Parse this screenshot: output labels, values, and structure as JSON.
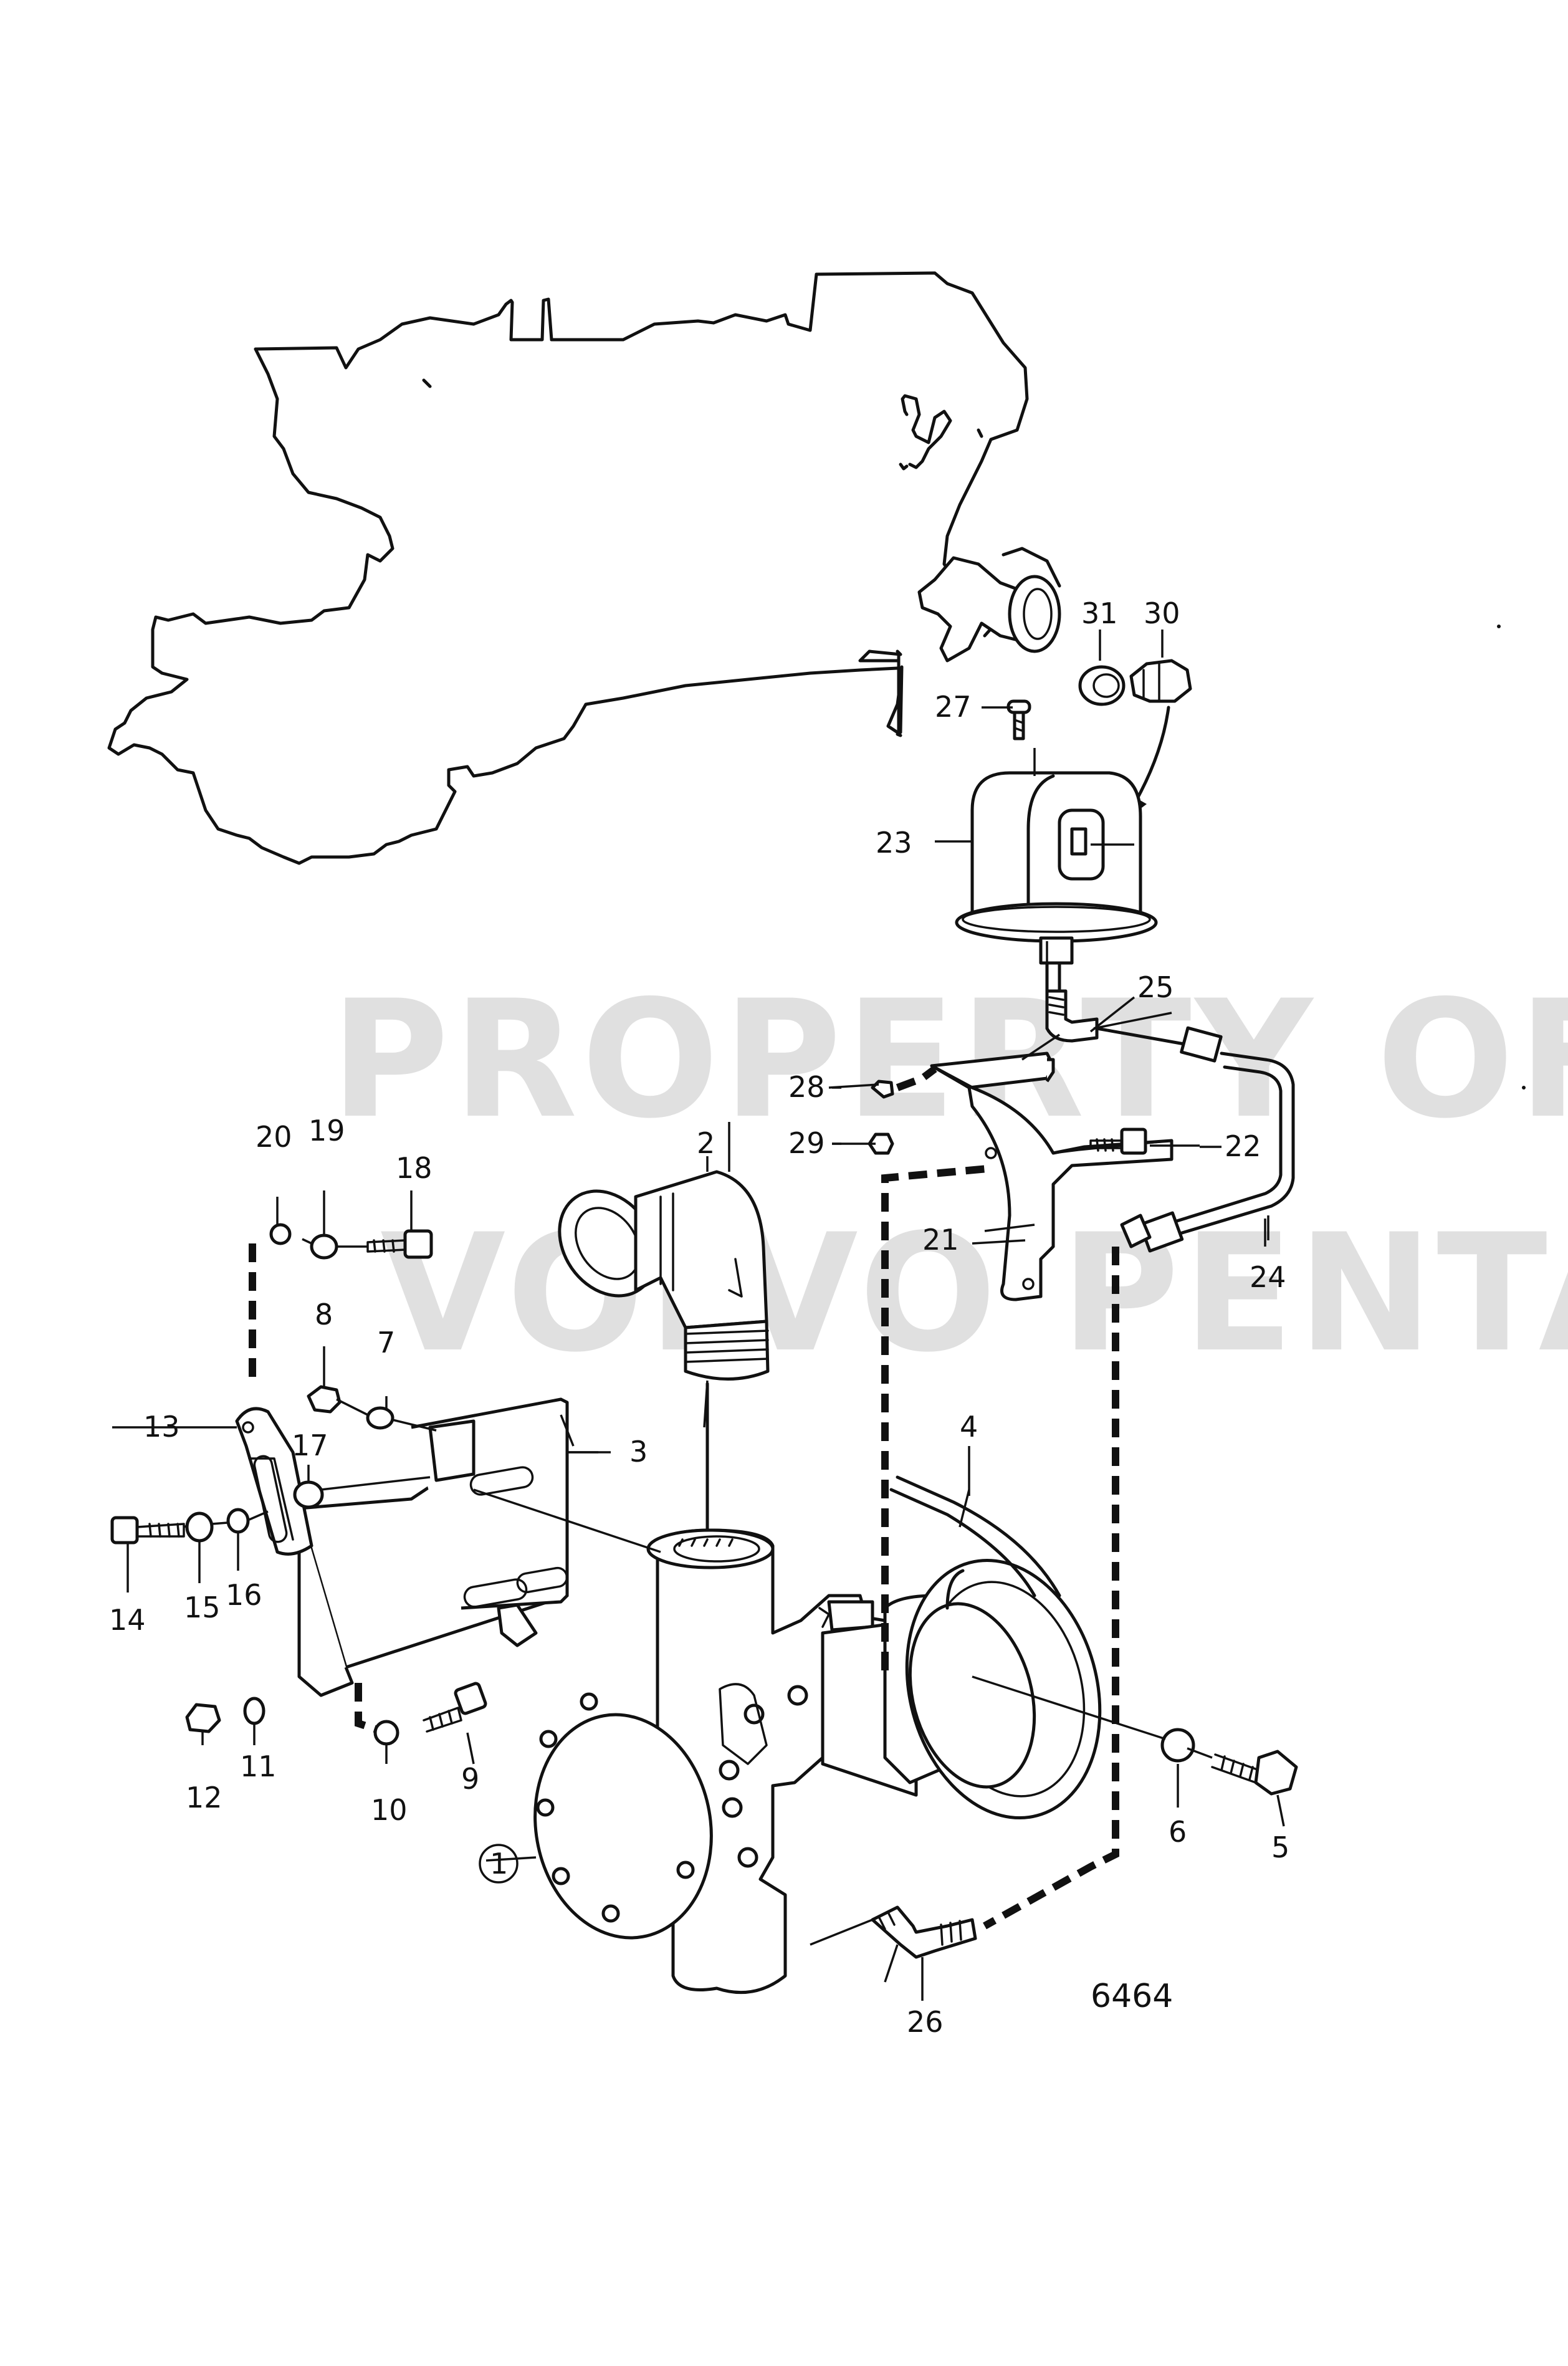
{
  "figure_number": "6464",
  "watermark": {
    "line1": "PROPERTY OF",
    "line2": "VOLVO PENTA"
  },
  "callouts": [
    {
      "id": "1",
      "label": "1",
      "circled": true
    },
    {
      "id": "2",
      "label": "2"
    },
    {
      "id": "3",
      "label": "3"
    },
    {
      "id": "4",
      "label": "4"
    },
    {
      "id": "5",
      "label": "5"
    },
    {
      "id": "6",
      "label": "6"
    },
    {
      "id": "7",
      "label": "7"
    },
    {
      "id": "8",
      "label": "8"
    },
    {
      "id": "9",
      "label": "9"
    },
    {
      "id": "10",
      "label": "10"
    },
    {
      "id": "11",
      "label": "11"
    },
    {
      "id": "12",
      "label": "12"
    },
    {
      "id": "13",
      "label": "13"
    },
    {
      "id": "14",
      "label": "14"
    },
    {
      "id": "15",
      "label": "15"
    },
    {
      "id": "16",
      "label": "16"
    },
    {
      "id": "17",
      "label": "17"
    },
    {
      "id": "18",
      "label": "18"
    },
    {
      "id": "19",
      "label": "19"
    },
    {
      "id": "20",
      "label": "20"
    },
    {
      "id": "21",
      "label": "21"
    },
    {
      "id": "22",
      "label": "22"
    },
    {
      "id": "23",
      "label": "23"
    },
    {
      "id": "24",
      "label": "24"
    },
    {
      "id": "25",
      "label": "25"
    },
    {
      "id": "26",
      "label": "26"
    },
    {
      "id": "27",
      "label": "27"
    },
    {
      "id": "28",
      "label": "28"
    },
    {
      "id": "29",
      "label": "29"
    },
    {
      "id": "30",
      "label": "30"
    },
    {
      "id": "31",
      "label": "31"
    }
  ]
}
